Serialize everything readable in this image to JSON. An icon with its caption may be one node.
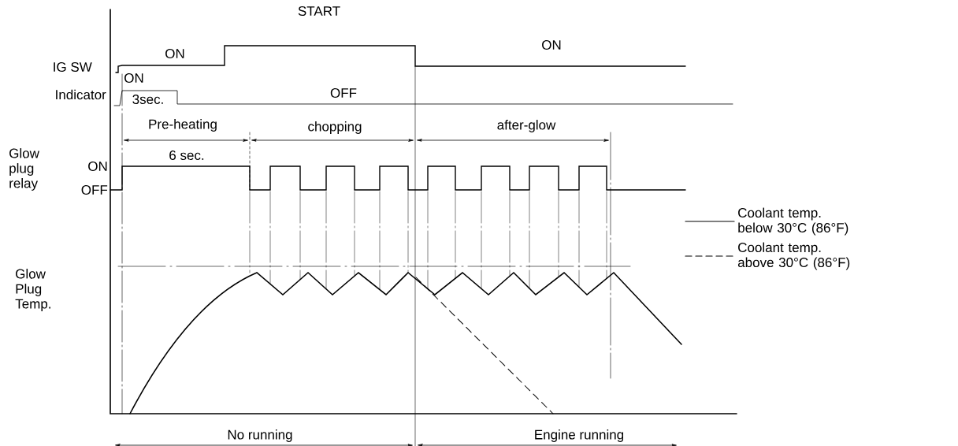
{
  "diagram": {
    "labels": [
      "START",
      "ON",
      "ON",
      "IG SW",
      "ON",
      "Indicator",
      "3sec.",
      "OFF",
      "Pre-heating",
      "chopping",
      "after-glow",
      "6 sec.",
      "Glow plug relay",
      "ON",
      "OFF",
      "Glow Plug Temp.",
      "No running",
      "Engine running"
    ],
    "legend": [
      {
        "text": "Coolant temp. below 30°C (86°F)"
      },
      {
        "text": "Coolant temp. above 30°C (86°F)"
      }
    ]
  }
}
